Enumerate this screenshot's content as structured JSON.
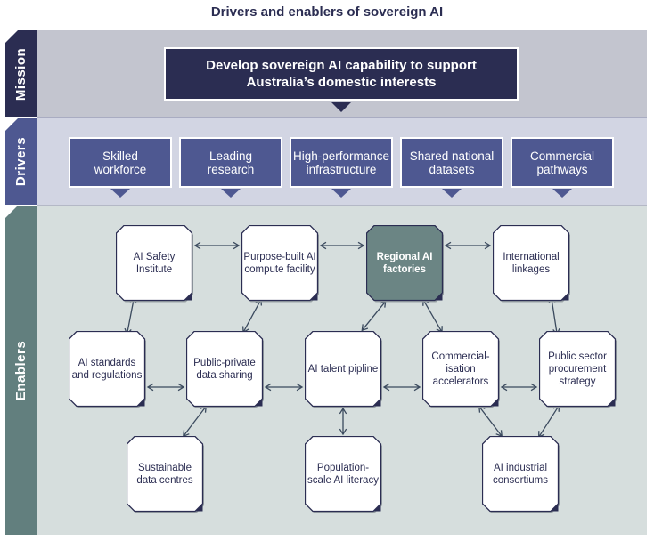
{
  "title": "Drivers and enablers of sovereign AI",
  "colors": {
    "navy": "#2b2d52",
    "driver_blue": "#4e5891",
    "enabler_teal": "#627f7e",
    "mission_band": "#c3c5cf",
    "drivers_band": "#d2d5e3",
    "enablers_band": "#d6dedd",
    "highlight_node": "#6b8584"
  },
  "sections": {
    "mission": {
      "label": "Mission",
      "text": "Develop sovereign AI capability to support Australia’s domestic interests"
    },
    "drivers": {
      "label": "Drivers",
      "items": [
        "Skilled workforce",
        "Leading research",
        "High-performance infrastructure",
        "Shared national datasets",
        "Commercial pathways"
      ]
    },
    "enablers": {
      "label": "Enablers"
    }
  },
  "enablers": {
    "ai_safety_institute": "AI Safety Institute",
    "purpose_built_compute": "Purpose-built AI compute facility",
    "regional_ai_factories": "Regional AI factories",
    "international_linkages": "International linkages",
    "ai_standards": "AI standards and regulations",
    "public_private_data": "Public-private data sharing",
    "ai_talent_pipeline": "AI talent pipline",
    "commercialisation_accelerators": "Commercial-isation accelerators",
    "public_sector_procurement": "Public sector procurement strategy",
    "sustainable_data_centres": "Sustainable data centres",
    "population_ai_literacy": "Population-scale AI literacy",
    "ai_industrial_consortiums": "AI industrial consortiums"
  },
  "highlighted_enabler": "regional_ai_factories",
  "connections": [
    [
      "ai_safety_institute",
      "purpose_built_compute"
    ],
    [
      "purpose_built_compute",
      "regional_ai_factories"
    ],
    [
      "regional_ai_factories",
      "international_linkages"
    ],
    [
      "ai_safety_institute",
      "ai_standards"
    ],
    [
      "purpose_built_compute",
      "public_private_data"
    ],
    [
      "regional_ai_factories",
      "ai_talent_pipeline"
    ],
    [
      "regional_ai_factories",
      "commercialisation_accelerators"
    ],
    [
      "international_linkages",
      "public_sector_procurement"
    ],
    [
      "ai_standards",
      "public_private_data"
    ],
    [
      "public_private_data",
      "ai_talent_pipeline"
    ],
    [
      "ai_talent_pipeline",
      "commercialisation_accelerators"
    ],
    [
      "commercialisation_accelerators",
      "public_sector_procurement"
    ],
    [
      "public_private_data",
      "sustainable_data_centres"
    ],
    [
      "ai_talent_pipeline",
      "population_ai_literacy"
    ],
    [
      "commercialisation_accelerators",
      "ai_industrial_consortiums"
    ],
    [
      "public_sector_procurement",
      "ai_industrial_consortiums"
    ]
  ]
}
